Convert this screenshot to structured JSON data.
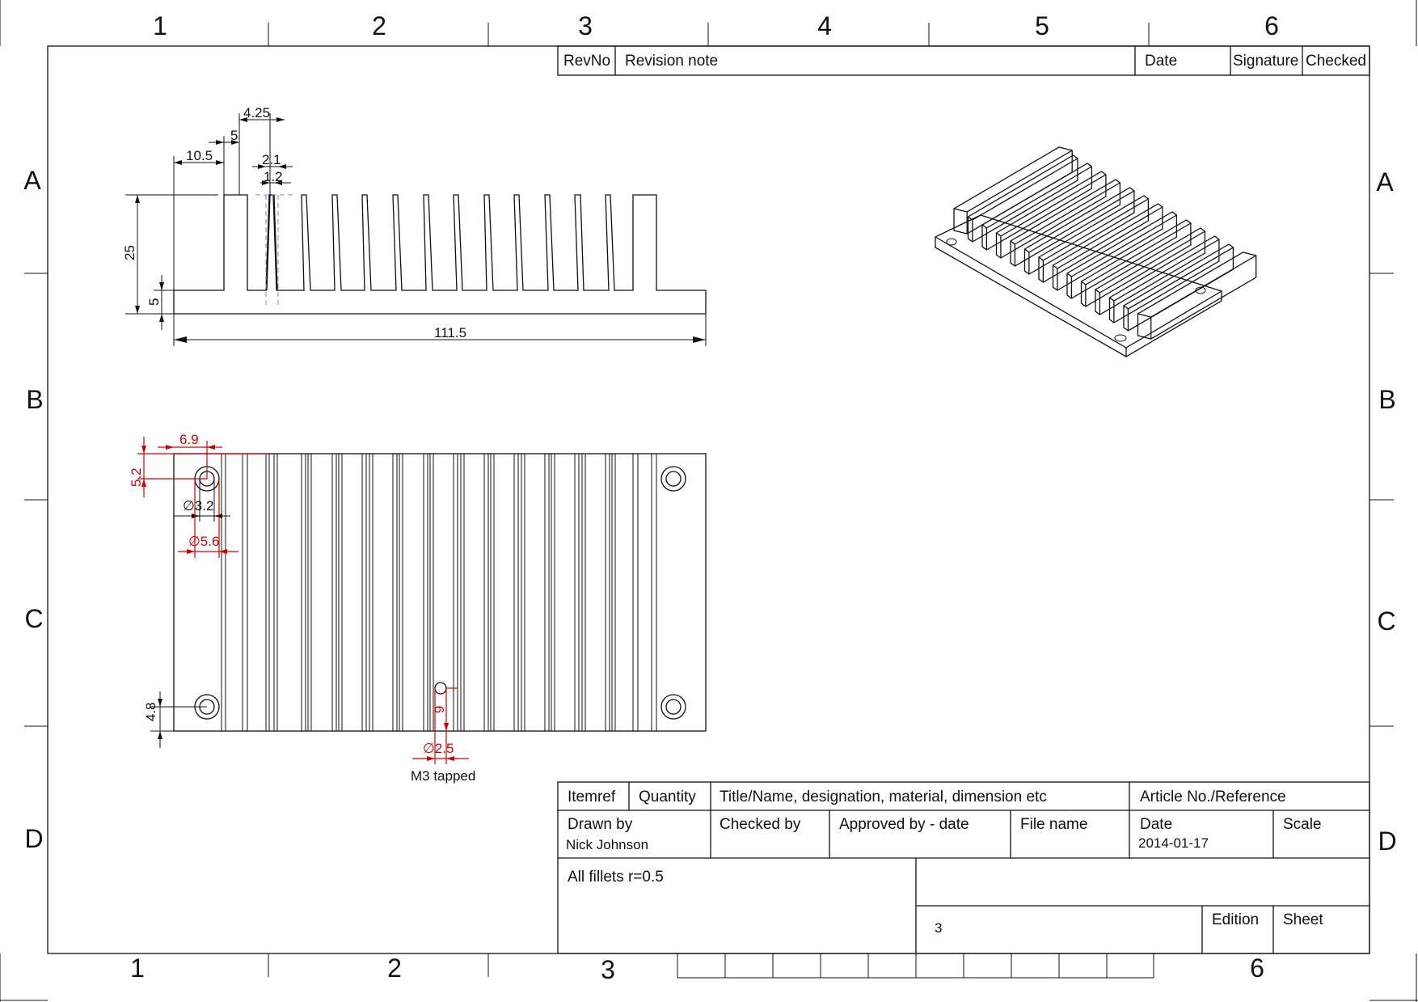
{
  "zones": {
    "columns_top": [
      "1",
      "2",
      "3",
      "4",
      "5",
      "6"
    ],
    "columns_bottom": [
      "1",
      "2",
      "3",
      "6"
    ],
    "rows": [
      "A",
      "B",
      "C",
      "D"
    ]
  },
  "revision_table": {
    "rev_no": "RevNo",
    "revision_note": "Revision note",
    "date": "Date",
    "signature": "Signature",
    "checked": "Checked"
  },
  "front_view_dimensions": {
    "width_top_1": "4.25",
    "width_top_2": "5",
    "width_top_3": "10.5",
    "fin_width_1": "2.1",
    "fin_width_2": "1.2",
    "height_total": "25",
    "base_thickness": "5",
    "overall_length": "111.5"
  },
  "top_view_dimensions": {
    "hole_x": "6.9",
    "hole_y": "5.2",
    "hole_dia": "∅3.2",
    "counterbore_dia": "∅5.6",
    "bottom_hole_y": "4.8",
    "tap_offset": "9",
    "tap_dia": "∅2.5",
    "tap_note": "M3 tapped"
  },
  "title_block": {
    "itemref": "Itemref",
    "quantity": "Quantity",
    "title_label": "Title/Name, designation, material, dimension etc",
    "article_label": "Article No./Reference",
    "drawn_by_label": "Drawn by",
    "drawn_by_value": "Nick Johnson",
    "checked_by_label": "Checked by",
    "approved_by_label": "Approved by - date",
    "file_name_label": "File name",
    "date_label": "Date",
    "date_value": "2014-01-17",
    "scale_label": "Scale",
    "notes": "All fillets r=0.5",
    "drawing_number": "3",
    "edition_label": "Edition",
    "sheet_label": "Sheet"
  },
  "colors": {
    "line": "#111111",
    "dimension_red": "#d40000",
    "construction": "#a070d0"
  }
}
